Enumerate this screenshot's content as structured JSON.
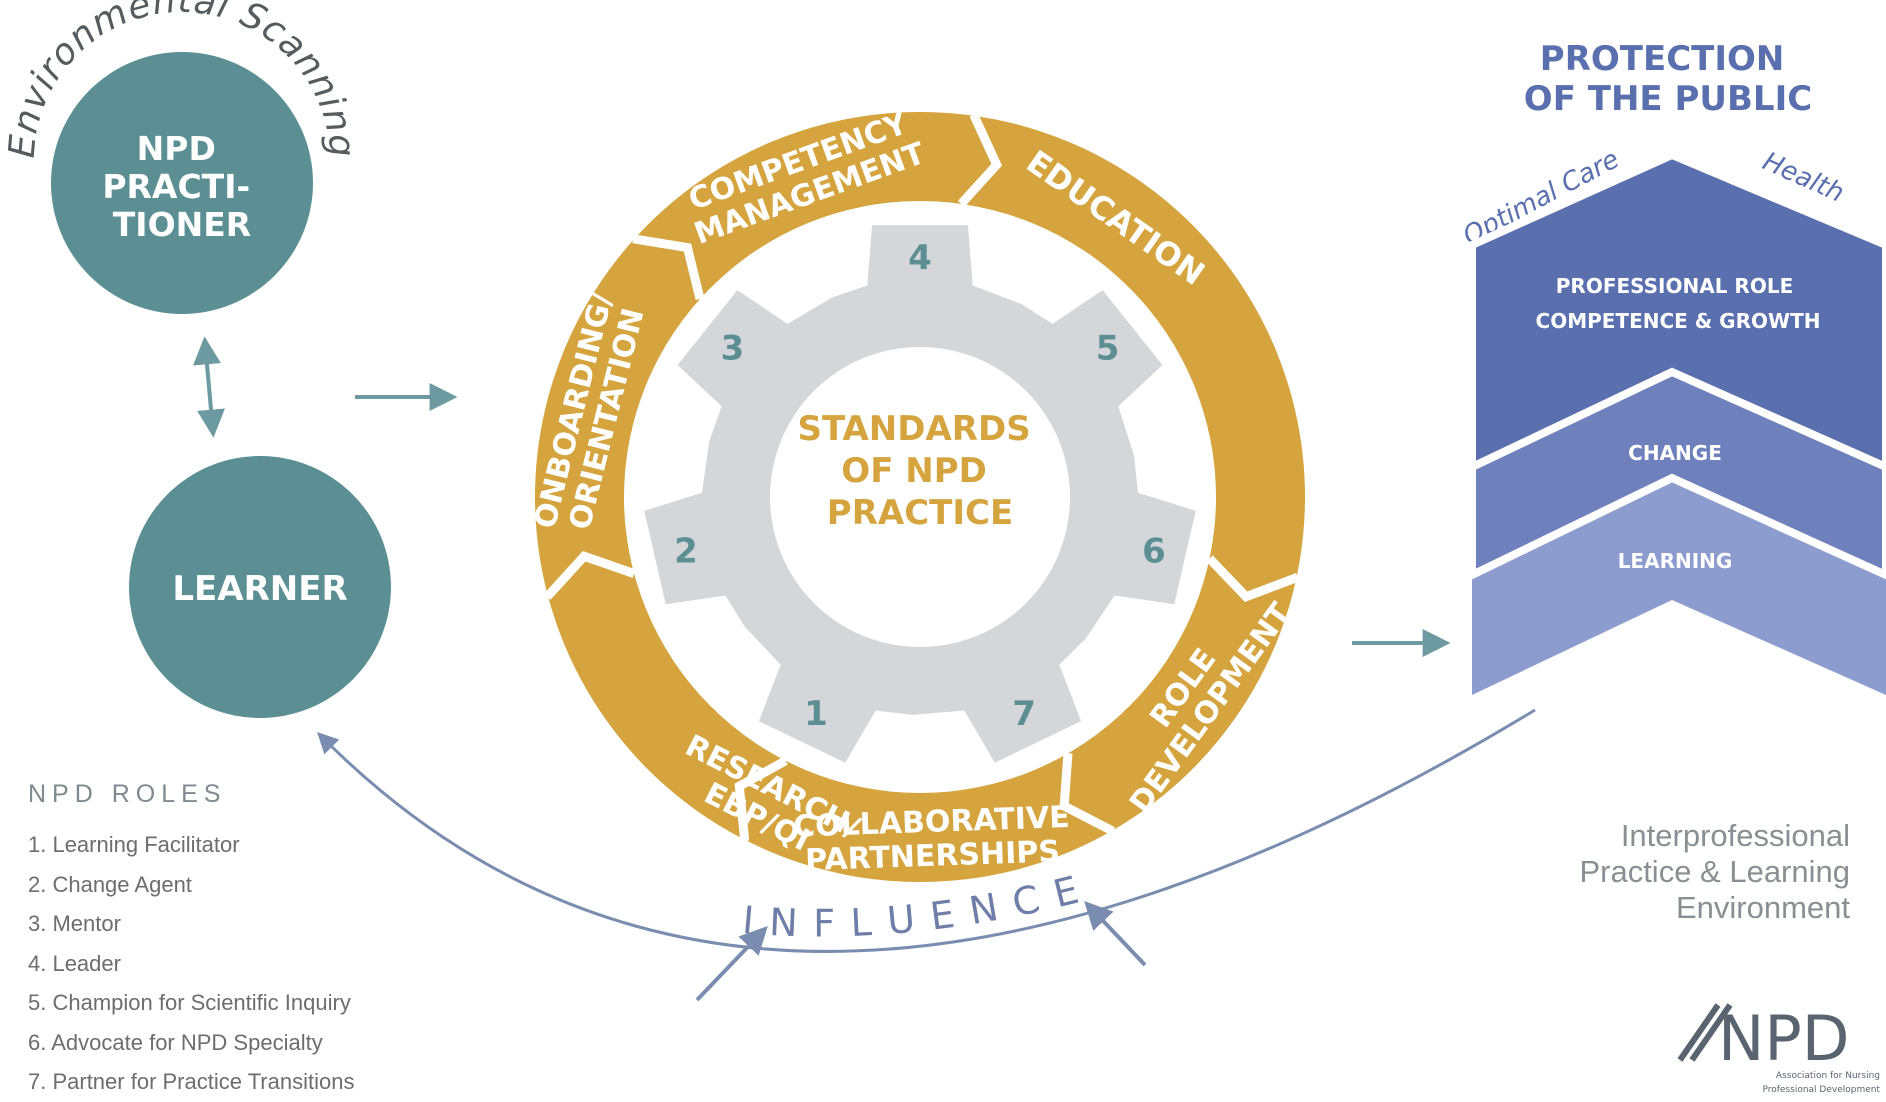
{
  "top_arc_text": "Environmental Scanning",
  "practitioner": {
    "lines": [
      "NPD",
      "PRACTI-",
      "TIONER"
    ]
  },
  "learner": {
    "label": "LEARNER"
  },
  "wheel": {
    "center_lines": [
      "STANDARDS",
      "OF NPD",
      "PRACTICE"
    ],
    "gear_numbers": [
      "1",
      "2",
      "3",
      "4",
      "5",
      "6",
      "7"
    ],
    "segments": [
      {
        "lines": [
          "RESEARCH/",
          "EBP/QI"
        ]
      },
      {
        "lines": [
          "ONBOARDING/",
          "ORIENTATION"
        ]
      },
      {
        "lines": [
          "COMPETENCY",
          "MANAGEMENT"
        ]
      },
      {
        "lines": [
          "EDUCATION"
        ]
      },
      {
        "lines": [
          "ROLE",
          "DEVELOPMENT"
        ]
      },
      {
        "lines": [
          "COLLABORATIVE",
          "PARTNERSHIPS"
        ]
      }
    ]
  },
  "outcome": {
    "title_lines": [
      "PROTECTION",
      "OF THE PUBLIC"
    ],
    "optimal_care": "Optimal Care",
    "health": "Health",
    "tiers": [
      "PROFESSIONAL ROLE\nCOMPETENCE & GROWTH",
      "CHANGE",
      "LEARNING"
    ]
  },
  "influence_text": "INFLUENCE",
  "npd_roles": {
    "title": "NPD ROLES",
    "items": [
      "1. Learning Facilitator",
      "2. Change Agent",
      "3. Mentor",
      "4. Leader",
      "5. Champion for Scientific Inquiry",
      "6. Advocate for NPD Specialty",
      "7. Partner for Practice Transitions"
    ]
  },
  "environment_text": [
    "Interprofessional",
    "Practice & Learning",
    "Environment"
  ],
  "logo": {
    "text": "ANPD",
    "sub1": "Association for Nursing",
    "sub2": "Professional Development"
  },
  "colors": {
    "teal": "#5b8f94",
    "gold": "#d6a43e",
    "gear": "#d5d6d9",
    "gear_number": "#5b8f94",
    "blue_dark": "#5a6fae",
    "blue_mid": "#6e81bd",
    "blue_light": "#8c9cce",
    "arrow": "#7a8db0"
  }
}
